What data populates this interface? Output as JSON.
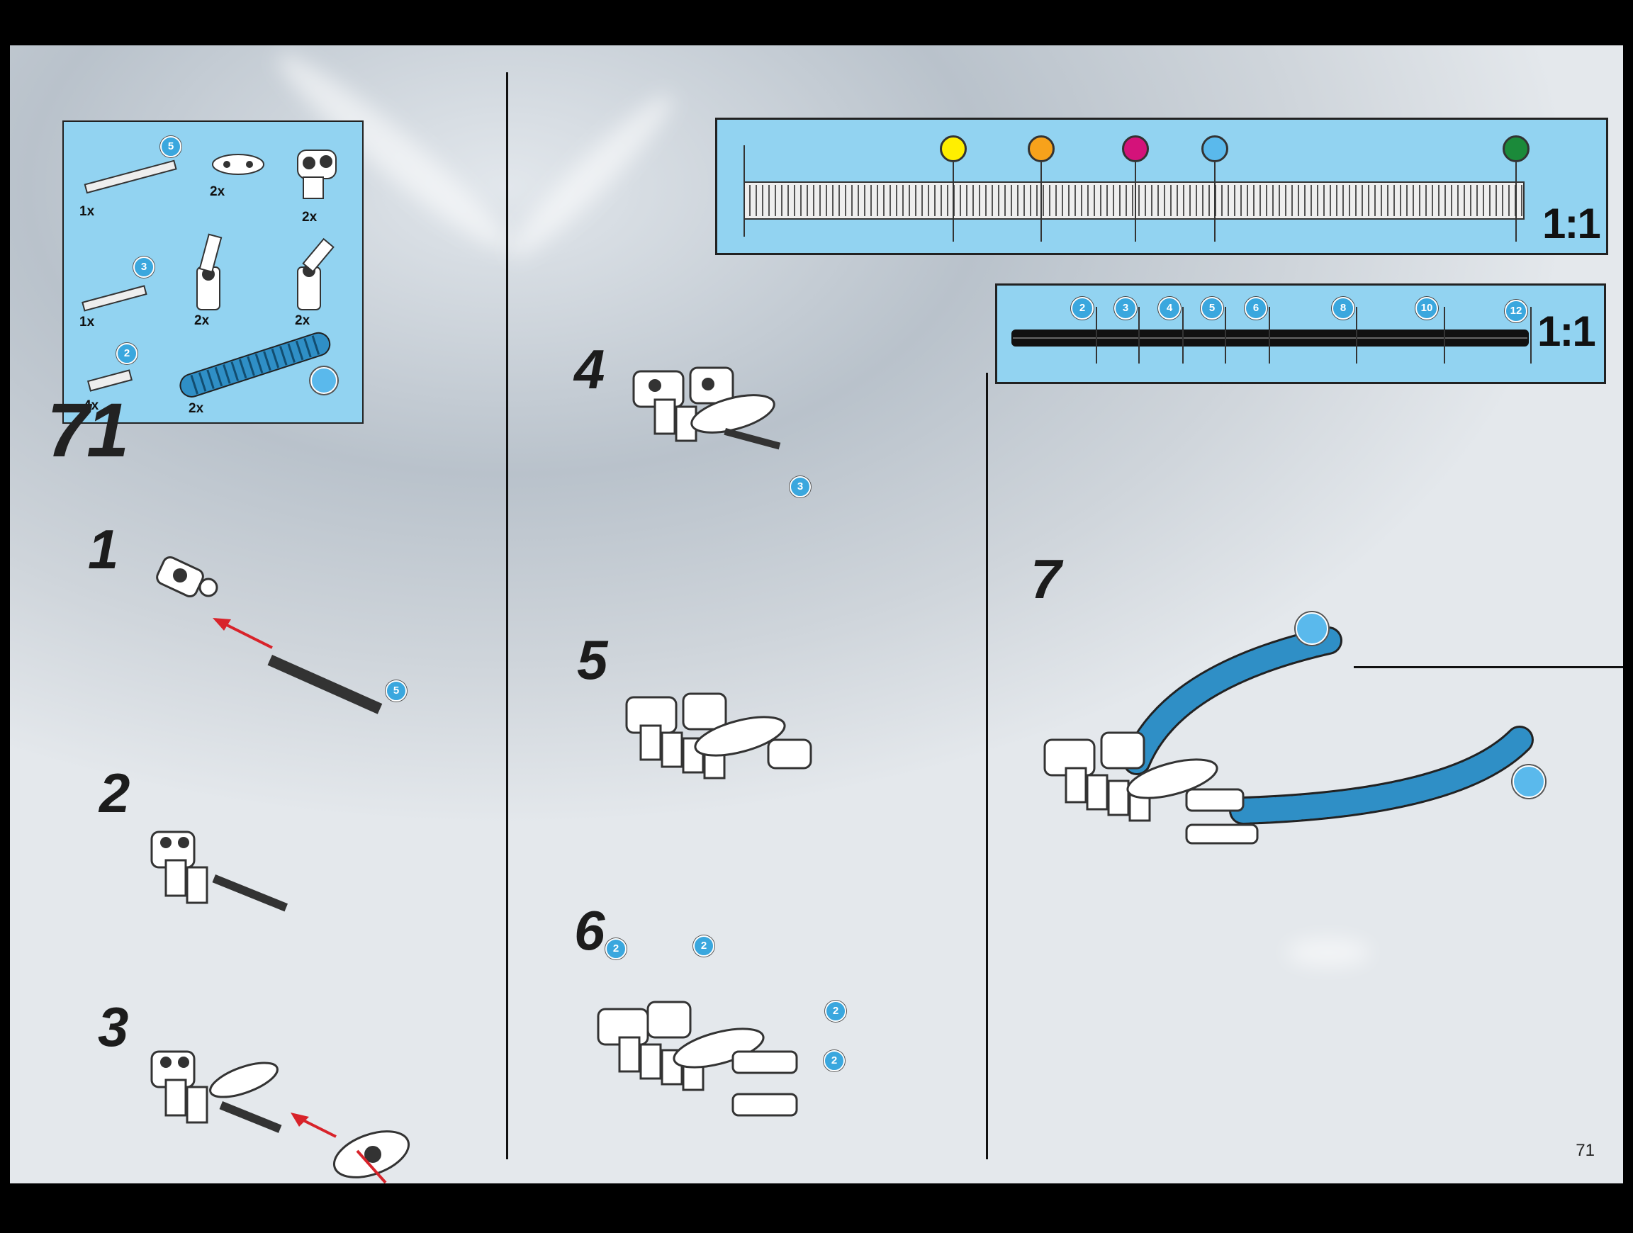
{
  "page_number": "71",
  "big_step": "71",
  "parts": {
    "items": [
      {
        "qty": "1x",
        "badge": "5"
      },
      {
        "qty": "2x"
      },
      {
        "qty": "2x"
      },
      {
        "qty": "1x",
        "badge": "3"
      },
      {
        "qty": "2x"
      },
      {
        "qty": "2x"
      },
      {
        "qty": "4x",
        "badge": "2"
      },
      {
        "qty": "2x"
      }
    ]
  },
  "ruler_top": {
    "scale": "1:1",
    "colors": [
      "#ffef00",
      "#f7a21b",
      "#d4127a",
      "#5ab9ec",
      "#1b8a3a"
    ]
  },
  "ruler_bottom": {
    "scale": "1:1",
    "labels": [
      "2",
      "3",
      "4",
      "5",
      "6",
      "8",
      "10",
      "12"
    ]
  },
  "steps": [
    {
      "num": "1",
      "badge": "5"
    },
    {
      "num": "2"
    },
    {
      "num": "3"
    },
    {
      "num": "4",
      "badge": "3"
    },
    {
      "num": "5"
    },
    {
      "num": "6",
      "badges": [
        "2",
        "2",
        "2",
        "2"
      ]
    },
    {
      "num": "7"
    }
  ]
}
